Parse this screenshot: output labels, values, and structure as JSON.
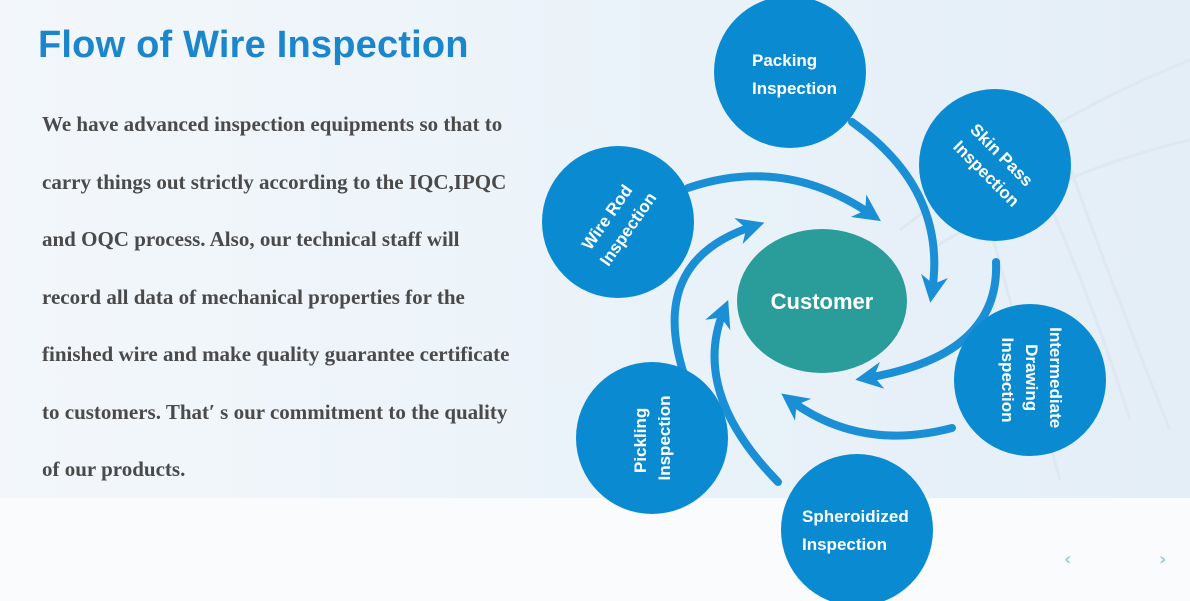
{
  "title": "Flow of Wire Inspection",
  "description": "We have advanced inspection equipments so that to carry things out strictly according to the IQC,IPQC and OQC process. Also, our technical staff will record all data of mechanical properties for the finished wire and make quality guarantee certificate to customers. That′ s our commitment to the quality of our products.",
  "diagram": {
    "center": "Customer",
    "nodes": {
      "packing": [
        "Packing",
        "Inspection"
      ],
      "skin_pass": [
        "Skin Pass",
        "Inspection"
      ],
      "intermediate": [
        "Intermediate",
        "Drawing",
        "Inspection"
      ],
      "spheroidized": [
        "Spheroidized",
        "Inspection"
      ],
      "pickling": [
        "Pickling",
        "Inspection"
      ],
      "wire_rod": [
        "Wire Rod",
        "Inspection"
      ]
    }
  },
  "colors": {
    "title": "#1b86cc",
    "node": "#0a8bd1",
    "arrow": "#1a8fd6",
    "center": "#2a9c9a",
    "text": "#4a4a4a"
  },
  "nav": {
    "prev_icon": "chevron-left-icon",
    "next_icon": "chevron-right-icon",
    "prev": "‹",
    "next": "›"
  }
}
